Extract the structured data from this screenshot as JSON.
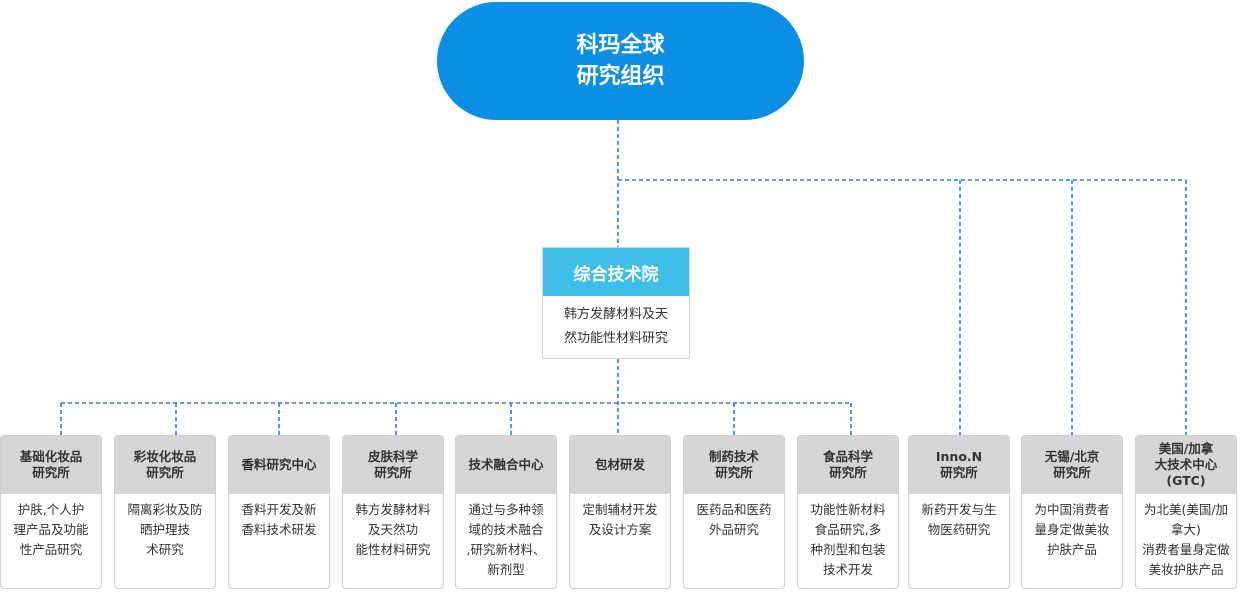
{
  "root": {
    "lines": [
      "科玛全球",
      "研究组织"
    ]
  },
  "center": {
    "title": "综合技术院",
    "desc": [
      "韩方发酵材料及天",
      "然功能性材料研究"
    ]
  },
  "cards": [
    {
      "name": "card-basic-cosmetics",
      "title": [
        "基础化妆品",
        "研究所"
      ],
      "desc": [
        "护肤,个人护",
        "理产品及功能",
        "性产品研究"
      ]
    },
    {
      "name": "card-color-cosmetics",
      "title": [
        "彩妆化妆品",
        "研究所"
      ],
      "desc": [
        "隔离彩妆及防",
        "晒护理技",
        "术研究"
      ]
    },
    {
      "name": "card-fragrance",
      "title": [
        "香料研究中心"
      ],
      "desc": [
        "香料开发及新",
        "香料技术研发"
      ]
    },
    {
      "name": "card-skin-science",
      "title": [
        "皮肤科学",
        "研究所"
      ],
      "desc": [
        "韩方发酵材料",
        "及天然功",
        "能性材料研究"
      ]
    },
    {
      "name": "card-convergence",
      "title": [
        "技术融合中心"
      ],
      "desc": [
        "通过与多种领",
        "域的技术融合",
        ",研究新材料、",
        "新剂型"
      ]
    },
    {
      "name": "card-packaging",
      "title": [
        "包材研发"
      ],
      "desc": [
        "定制辅材开发",
        "及设计方案"
      ]
    },
    {
      "name": "card-pharma",
      "title": [
        "制药技术",
        "研究所"
      ],
      "desc": [
        "医药品和医药",
        "外品研究"
      ]
    },
    {
      "name": "card-food-science",
      "title": [
        "食品科学",
        "研究所"
      ],
      "desc": [
        "功能性新材料",
        "食品研究,多",
        "种剂型和包装",
        "技术开发"
      ]
    },
    {
      "name": "card-inno-n",
      "title": [
        "Inno.N",
        "研究所"
      ],
      "desc": [
        "新药开发与生",
        "物医药研究"
      ]
    },
    {
      "name": "card-wuxi-beijing",
      "title": [
        "无锡/北京",
        "研究所"
      ],
      "desc": [
        "为中国消费者",
        "量身定做美妆",
        "护肤产品"
      ]
    },
    {
      "name": "card-gtc",
      "title": [
        "美国/加拿",
        "大技术中心",
        "(GTC)"
      ],
      "desc": [
        "为北美(美国/加",
        "拿大)",
        "消费者量身定做",
        "美妆护肤产品"
      ]
    }
  ],
  "colors": {
    "root": "#0b8ee6",
    "center_head": "#3dbfe9",
    "card_head": "#d6d6d6",
    "connector": "#2b7be0"
  }
}
